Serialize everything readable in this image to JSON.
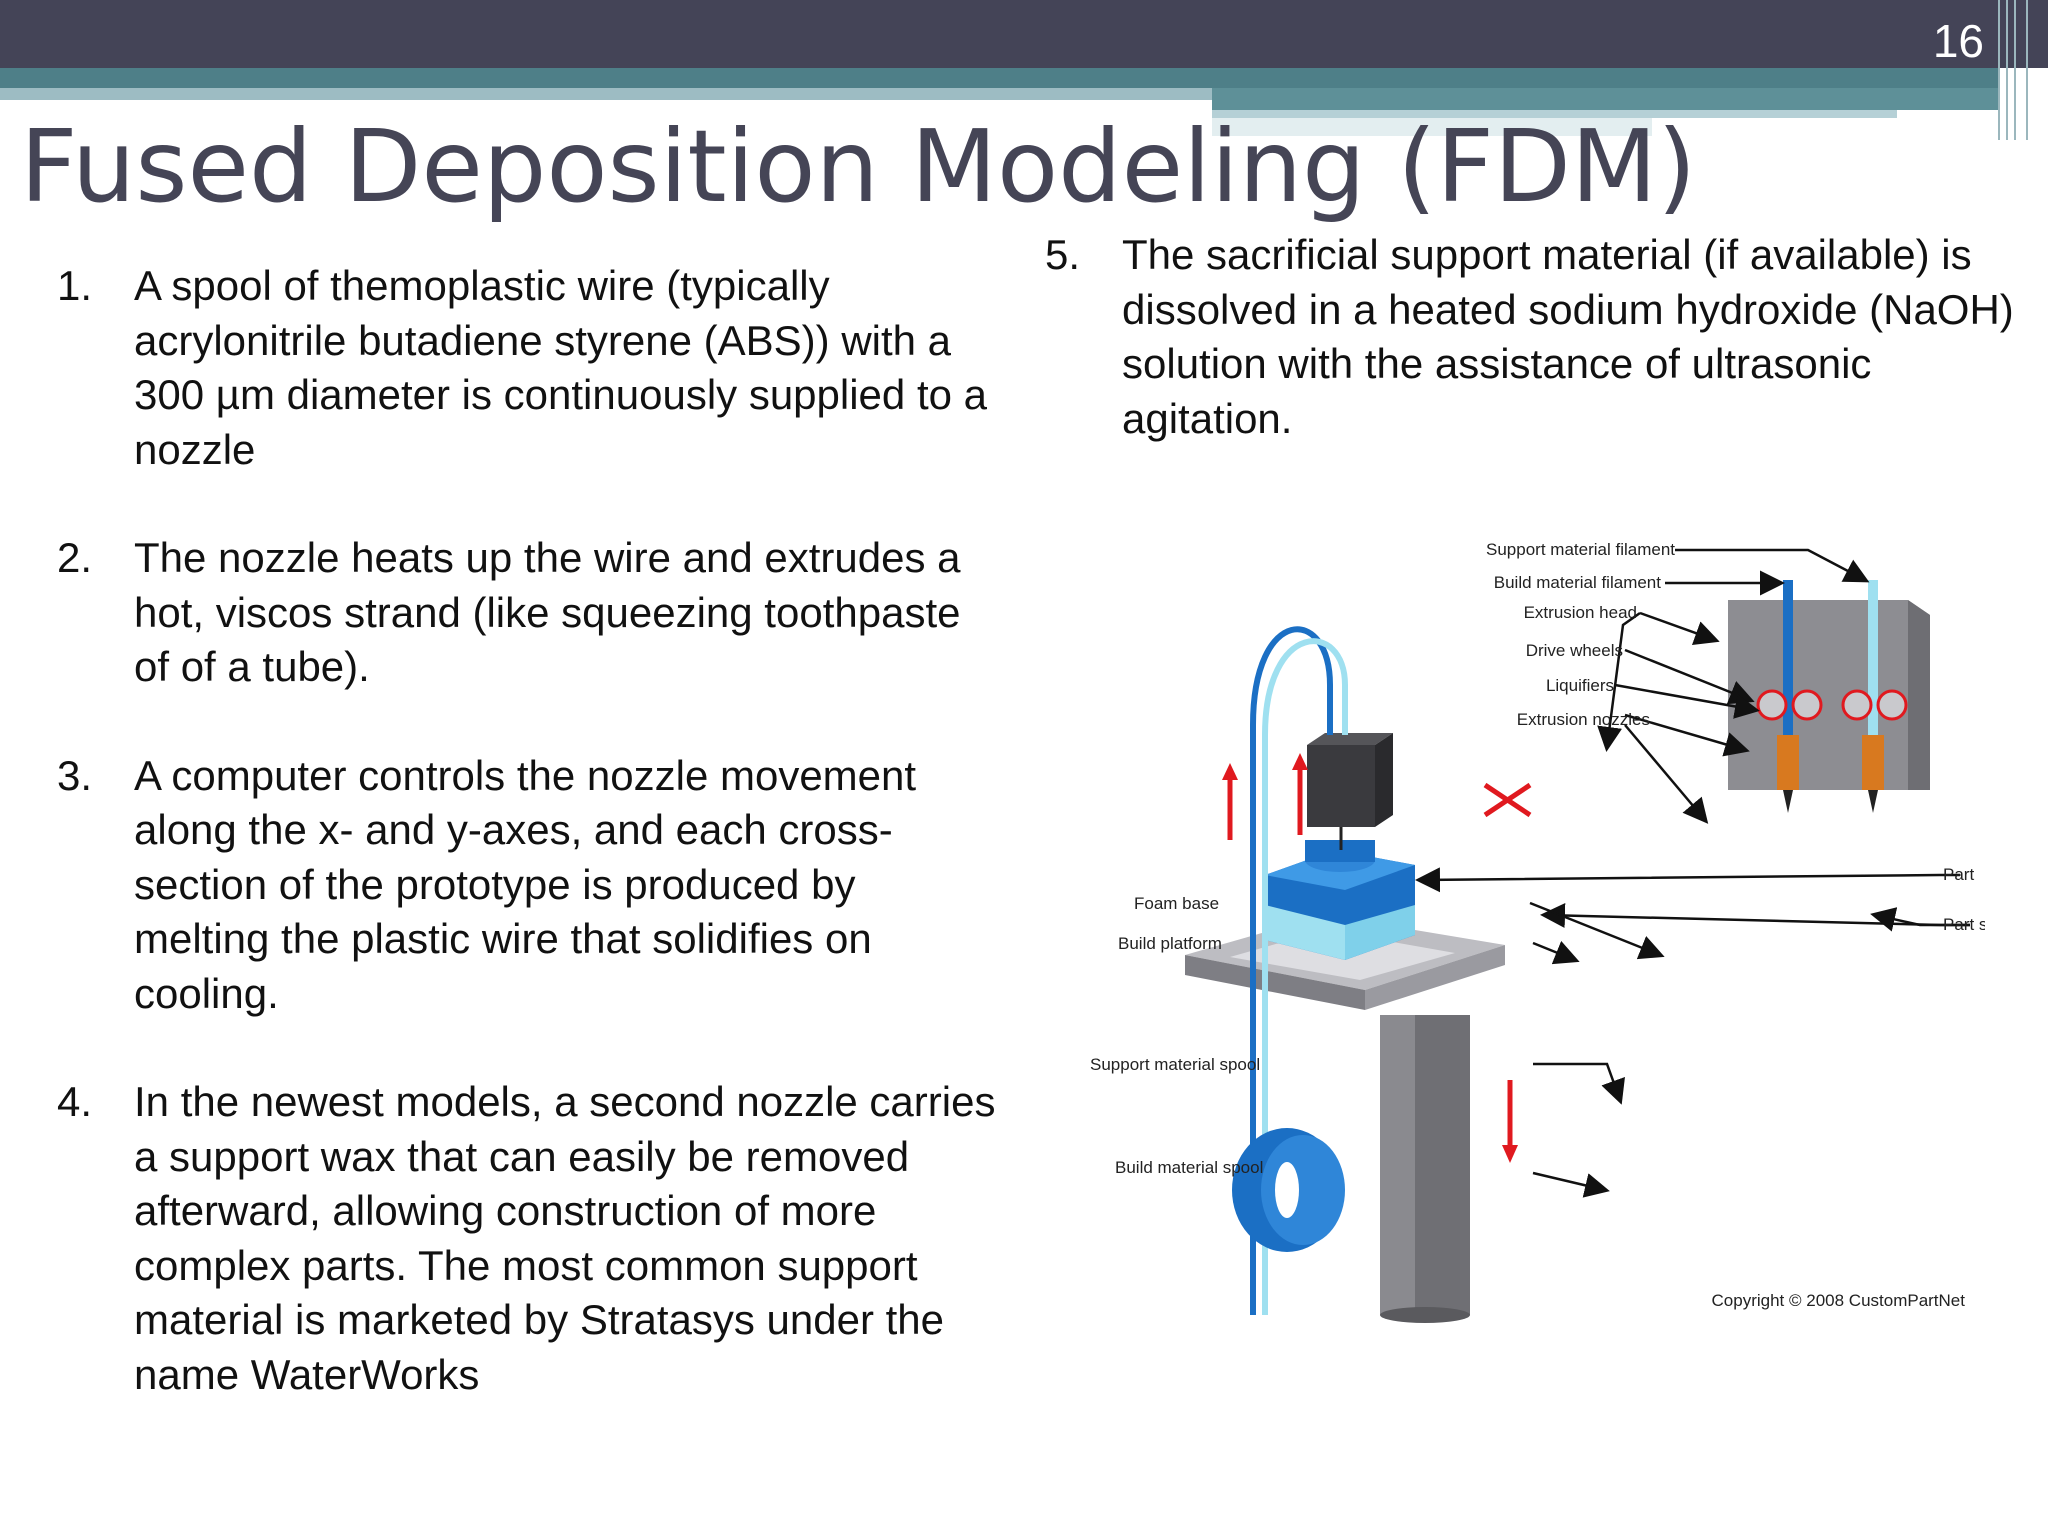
{
  "slide": {
    "number": "16",
    "title": "Fused Deposition Modeling (FDM)"
  },
  "steps_left": [
    {
      "num": "1.",
      "text": "A spool of themoplastic wire (typically acrylonitrile butadiene styrene (ABS)) with a 300 µm diameter is continuously supplied to a nozzle"
    },
    {
      "num": "2.",
      "text": "The nozzle heats up the wire and extrudes a hot, viscos strand (like squeezing toothpaste of of a tube)."
    },
    {
      "num": "3.",
      "text": "A computer controls the nozzle movement along the x- and y-axes, and each cross-section of the prototype is produced by melting the plastic wire that solidifies on cooling."
    },
    {
      "num": "4.",
      "text": "In the newest models, a second nozzle carries a support wax that can easily be removed afterward, allowing construction of more complex parts. The most common support material is marketed by Stratasys under the name WaterWorks"
    }
  ],
  "steps_right": [
    {
      "num": "5.",
      "text": "The sacrificial support material (if available) is dissolved in a heated sodium hydroxide (NaOH) solution with the assistance of ultrasonic agitation."
    }
  ],
  "diagram": {
    "labels": {
      "support_filament": "Support material filament",
      "build_filament": "Build material filament",
      "extrusion_head": "Extrusion head",
      "drive_wheels": "Drive wheels",
      "liquifiers": "Liquifiers",
      "extrusion_nozzles": "Extrusion nozzles",
      "part": "Part",
      "part_supports": "Part supports",
      "foam_base": "Foam base",
      "build_platform": "Build platform",
      "support_spool": "Support material spool",
      "build_spool": "Build material spool"
    },
    "copyright": "Copyright © 2008 CustomPartNet"
  }
}
